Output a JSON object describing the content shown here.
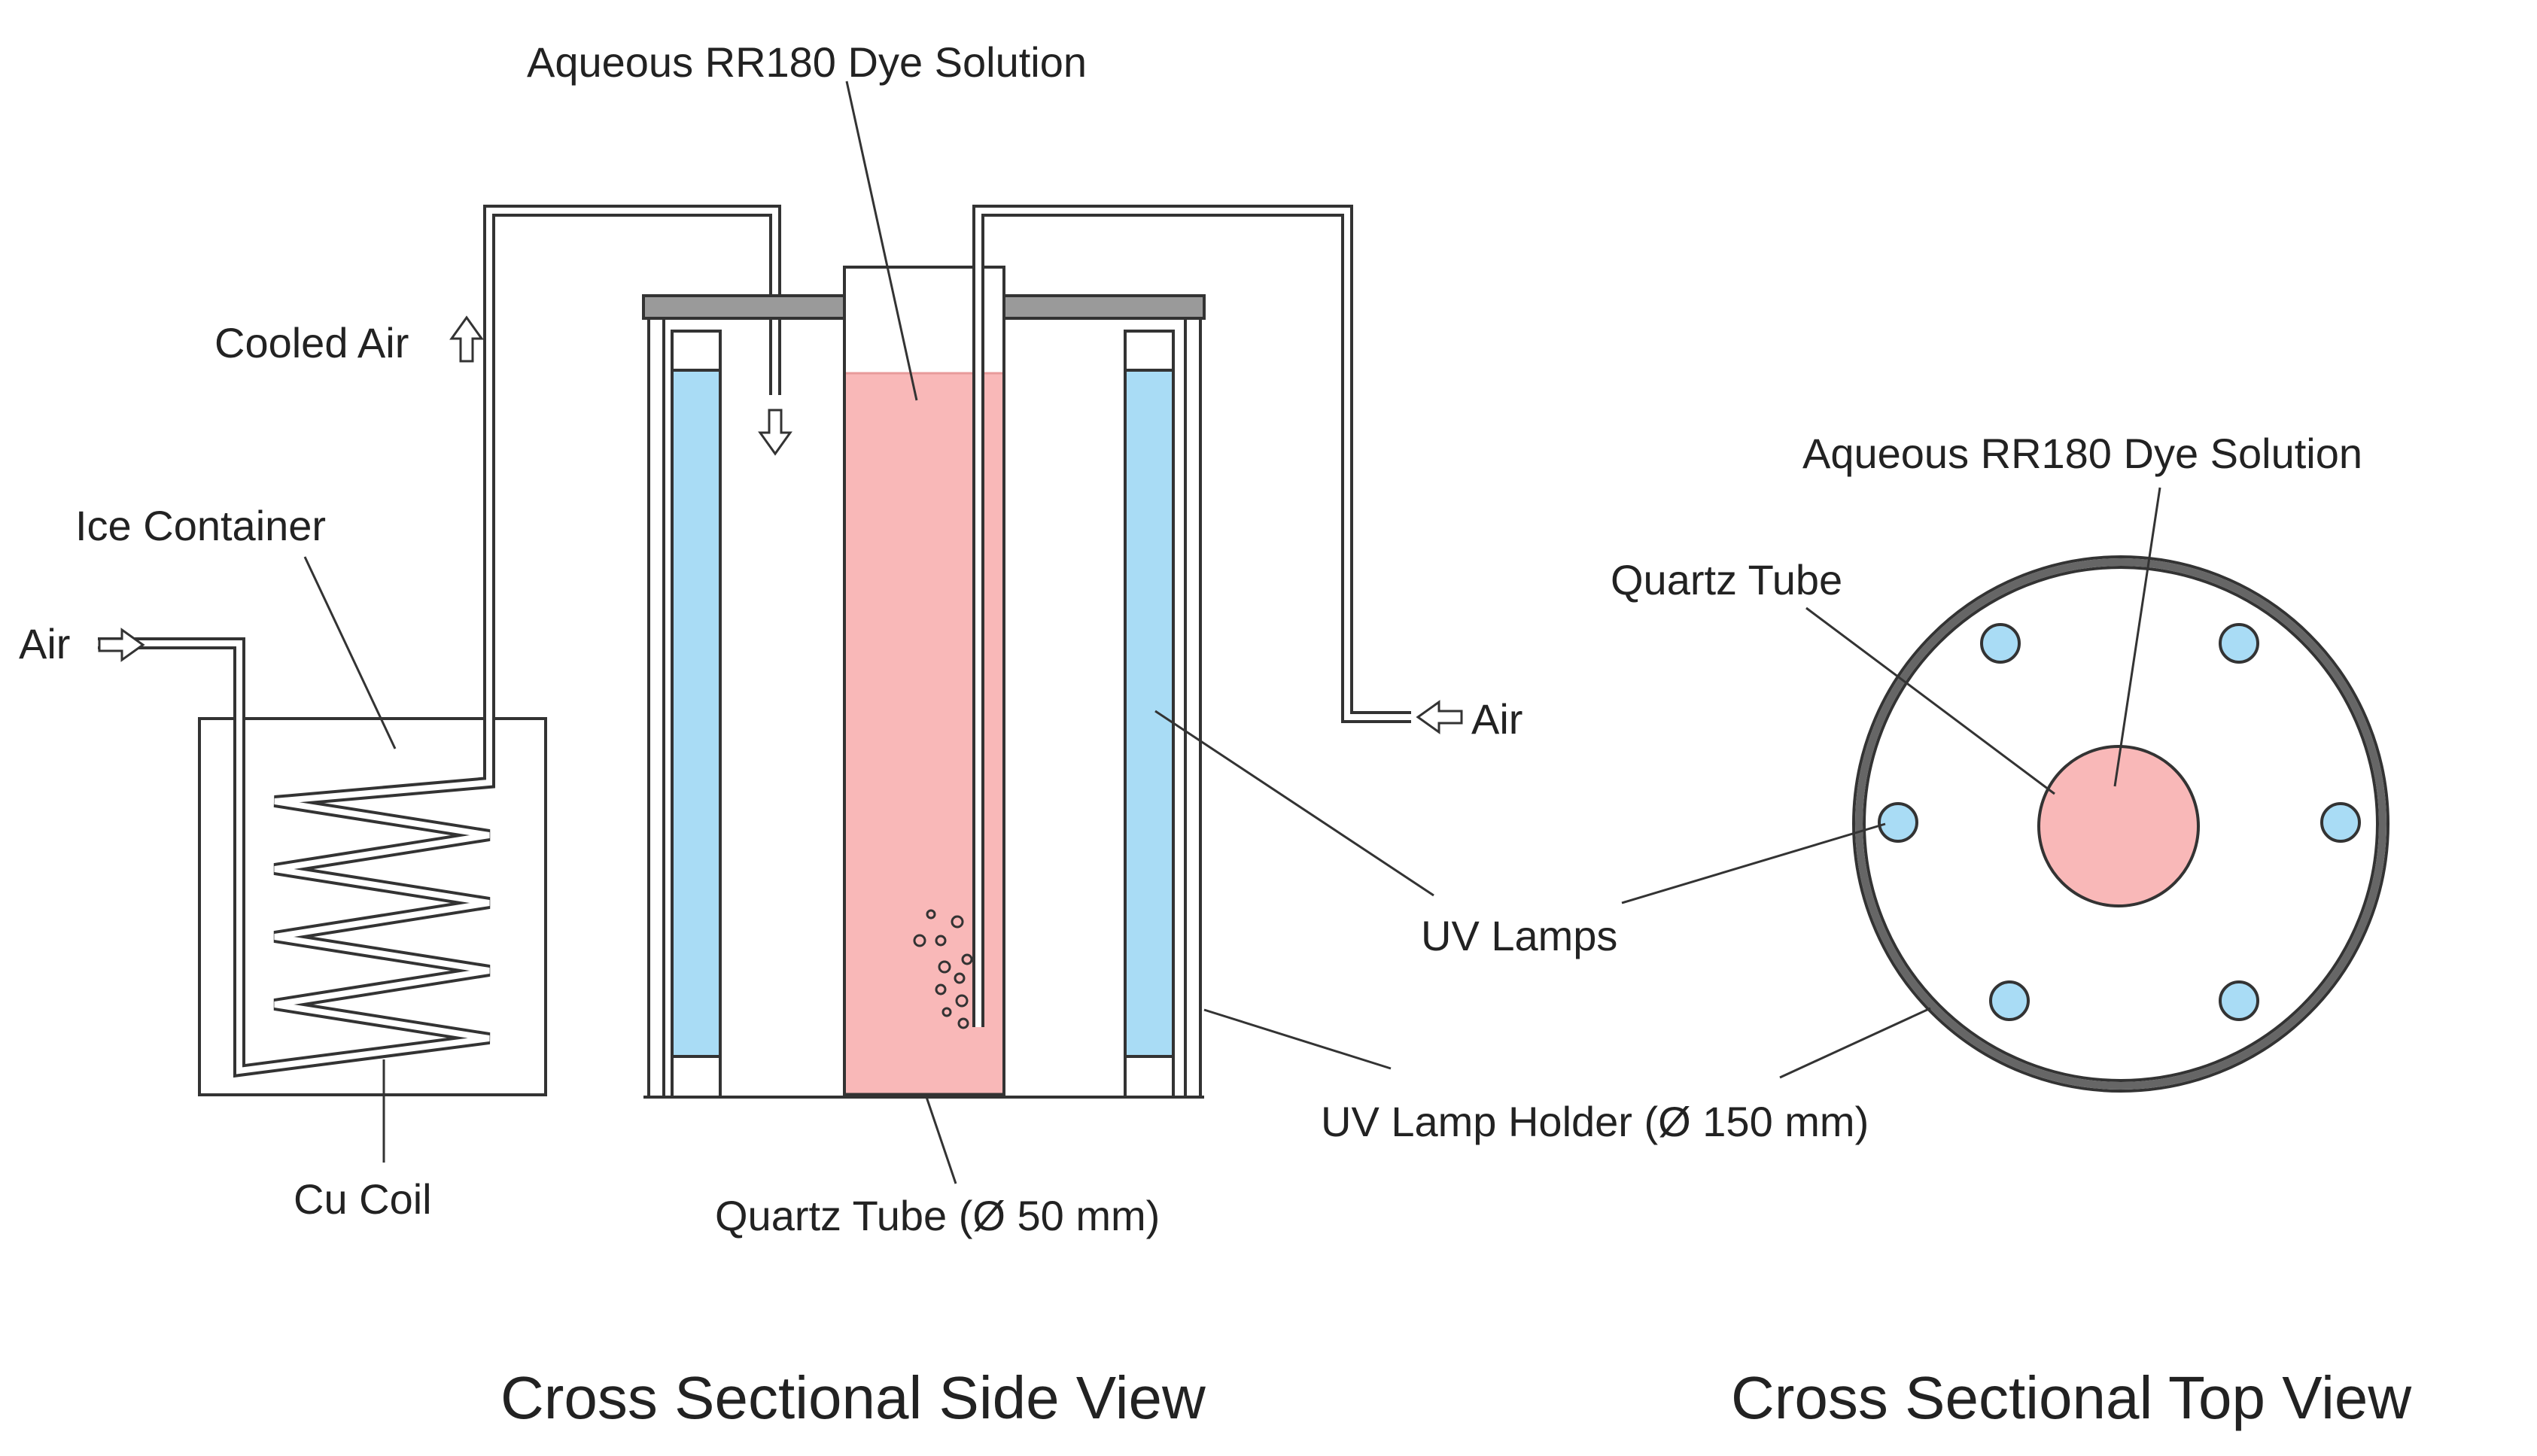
{
  "side_view": {
    "caption": "Cross Sectional Side View",
    "labels": {
      "dye_solution": "Aqueous RR180 Dye Solution",
      "cooled_air": "Cooled Air",
      "ice_container": "Ice Container",
      "air_in": "Air",
      "air_right": "Air",
      "cu_coil": "Cu Coil",
      "quartz_tube": "Quartz Tube (Ø 50 mm)",
      "uv_lamps": "UV Lamps",
      "lamp_holder": "UV Lamp Holder (Ø 150 mm)"
    }
  },
  "top_view": {
    "caption": "Cross Sectional Top View",
    "labels": {
      "dye_solution": "Aqueous RR180 Dye Solution",
      "quartz_tube": "Quartz Tube"
    }
  },
  "colors": {
    "dye": "#f9b8b8",
    "lamp": "#a9dcf5",
    "line": "#333333",
    "lid": "#9a9a9a"
  }
}
